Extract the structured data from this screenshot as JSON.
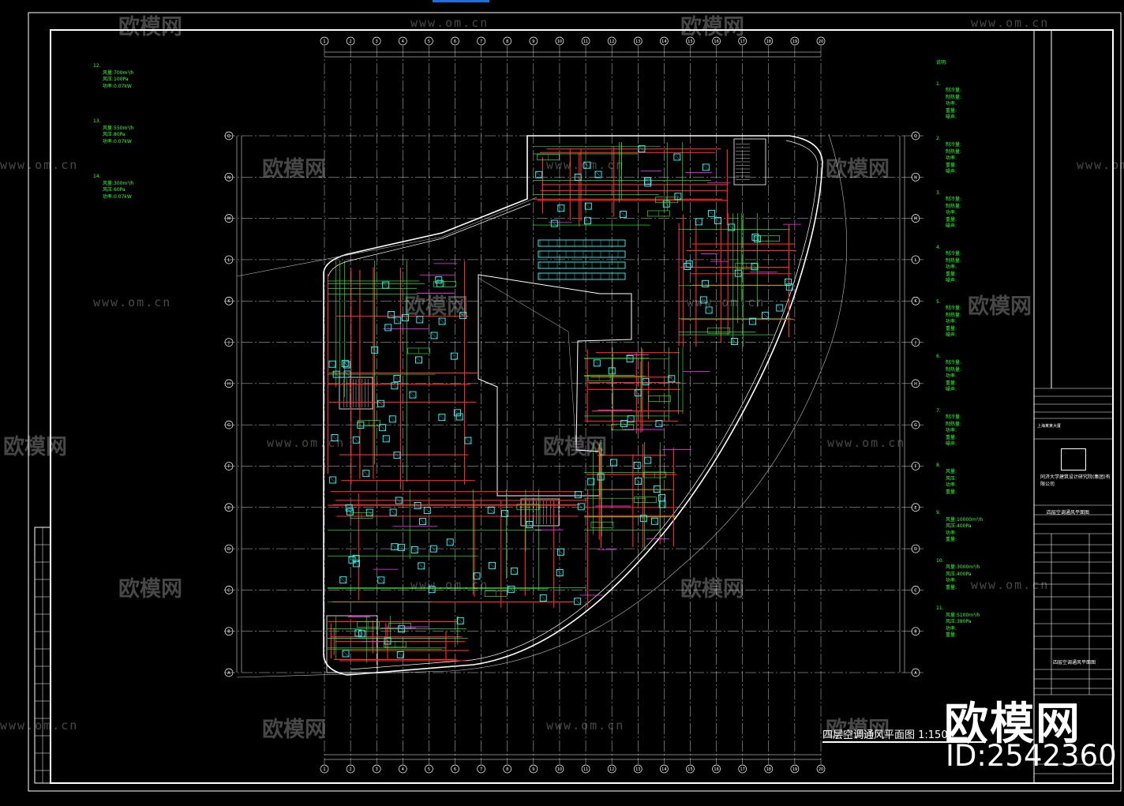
{
  "watermarks": {
    "brand": "欧模网",
    "url": "www.om.cn"
  },
  "overlay": {
    "brand_large": "欧模网",
    "id_label": "ID:2542360"
  },
  "drawing": {
    "title": "四层空调通风平面图 1:150"
  },
  "colors": {
    "background": "#000000",
    "grid": "#ffffff",
    "duct_red": "#ff2a2a",
    "pipe_green": "#33ff33",
    "diffuser_cyan": "#33ffff",
    "wall_white": "#ffffff",
    "duct_magenta": "#ff33ff",
    "accent_blue": "#1f6fe0"
  },
  "left_notes": [
    {
      "title": "12.",
      "lines": [
        "风量:700m³/h",
        "风压:100Pa",
        "功率:0.07kW"
      ]
    },
    {
      "title": "13.",
      "lines": [
        "风量:550m³/h",
        "风压:80Pa",
        "功率:0.07kW"
      ]
    },
    {
      "title": "14.",
      "lines": [
        "风量:300m³/h",
        "风压:60Pa",
        "功率:0.07kW"
      ]
    }
  ],
  "right_notes": [
    {
      "title": "说明:",
      "lines": []
    },
    {
      "title": "1.",
      "lines": [
        "制冷量:",
        "制热量:",
        "功率:",
        "重量:",
        "噪声:"
      ]
    },
    {
      "title": "2.",
      "lines": [
        "制冷量:",
        "制热量:",
        "功率:",
        "重量:",
        "噪声:"
      ]
    },
    {
      "title": "3.",
      "lines": [
        "制冷量:",
        "制热量:",
        "功率:",
        "重量:",
        "噪声:"
      ]
    },
    {
      "title": "4.",
      "lines": [
        "制冷量:",
        "制热量:",
        "功率:",
        "重量:",
        "噪声:"
      ]
    },
    {
      "title": "5.",
      "lines": [
        "制冷量:",
        "制热量:",
        "功率:",
        "重量:",
        "噪声:"
      ]
    },
    {
      "title": "6.",
      "lines": [
        "制冷量:",
        "制热量:",
        "功率:",
        "重量:",
        "噪声:"
      ]
    },
    {
      "title": "7.",
      "lines": [
        "制冷量:",
        "制热量:",
        "功率:",
        "重量:",
        "噪声:"
      ]
    },
    {
      "title": "8.",
      "lines": [
        "风量:",
        "风压:",
        "功率:",
        "重量:"
      ]
    },
    {
      "title": "9.",
      "lines": [
        "风量:10000m³/h",
        "风压:400Pa",
        "功率:",
        "重量:"
      ]
    },
    {
      "title": "10.",
      "lines": [
        "风量:3000m³/h",
        "风压:400Pa",
        "功率:",
        "重量:"
      ]
    },
    {
      "title": "11.",
      "lines": [
        "风量:5100m³/h",
        "风压:380Pa",
        "功率:",
        "重量:"
      ]
    }
  ],
  "title_block": {
    "firm": "同济大学建筑设计研究院(集团)有限公司",
    "project": "上海某某大厦",
    "sheet_name": "四层空调通风平面图"
  },
  "grid": {
    "columns": [
      "1",
      "2",
      "3",
      "4",
      "5",
      "6",
      "7",
      "8",
      "9",
      "10",
      "11",
      "12",
      "13",
      "14",
      "15",
      "16",
      "17",
      "18",
      "19",
      "20"
    ],
    "rows": [
      "Q",
      "N",
      "M",
      "L",
      "K",
      "J",
      "H",
      "G",
      "F",
      "E",
      "D",
      "C",
      "B",
      "A"
    ]
  }
}
